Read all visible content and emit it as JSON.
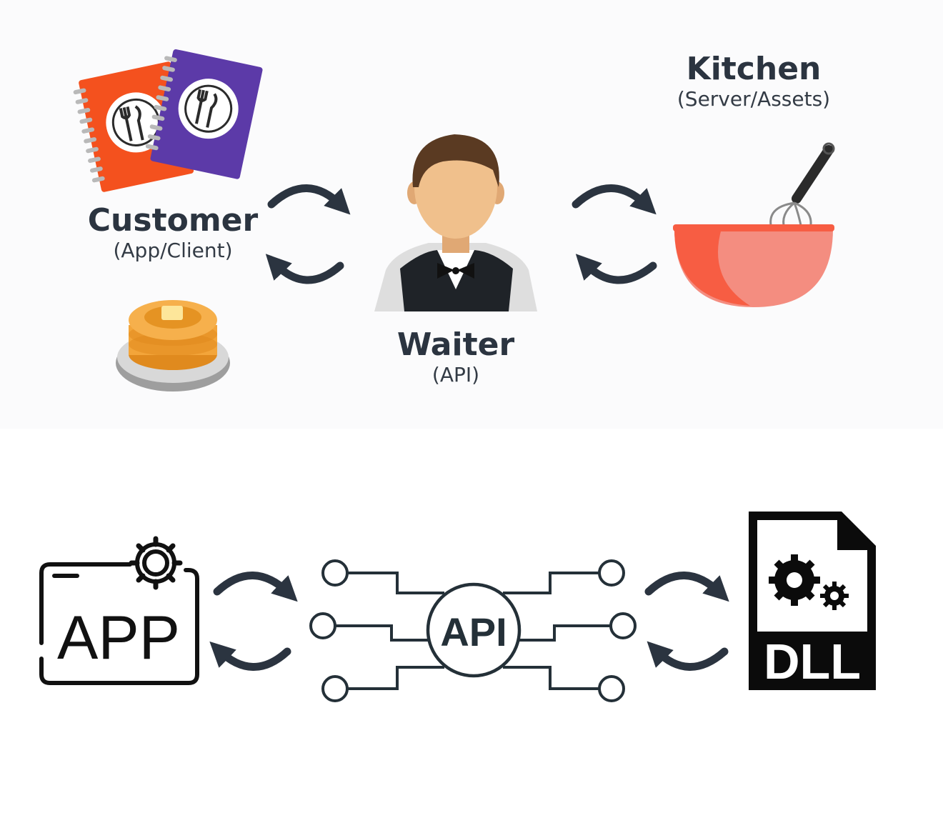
{
  "labels": {
    "customer": {
      "title": "Customer",
      "subtitle": "(App/Client)"
    },
    "waiter": {
      "title": "Waiter",
      "subtitle": "(API)"
    },
    "kitchen": {
      "title": "Kitchen",
      "subtitle": "(Server/Assets)"
    }
  },
  "bottom": {
    "app_text": "APP",
    "api_text": "API",
    "dll_text": "DLL"
  },
  "colors": {
    "arrow": "#2b3440",
    "menu_red": "#f4511e",
    "menu_purple": "#5c3aa8",
    "bowl": "#f75d43",
    "skin": "#f0c08c",
    "hair": "#5a3a22"
  }
}
